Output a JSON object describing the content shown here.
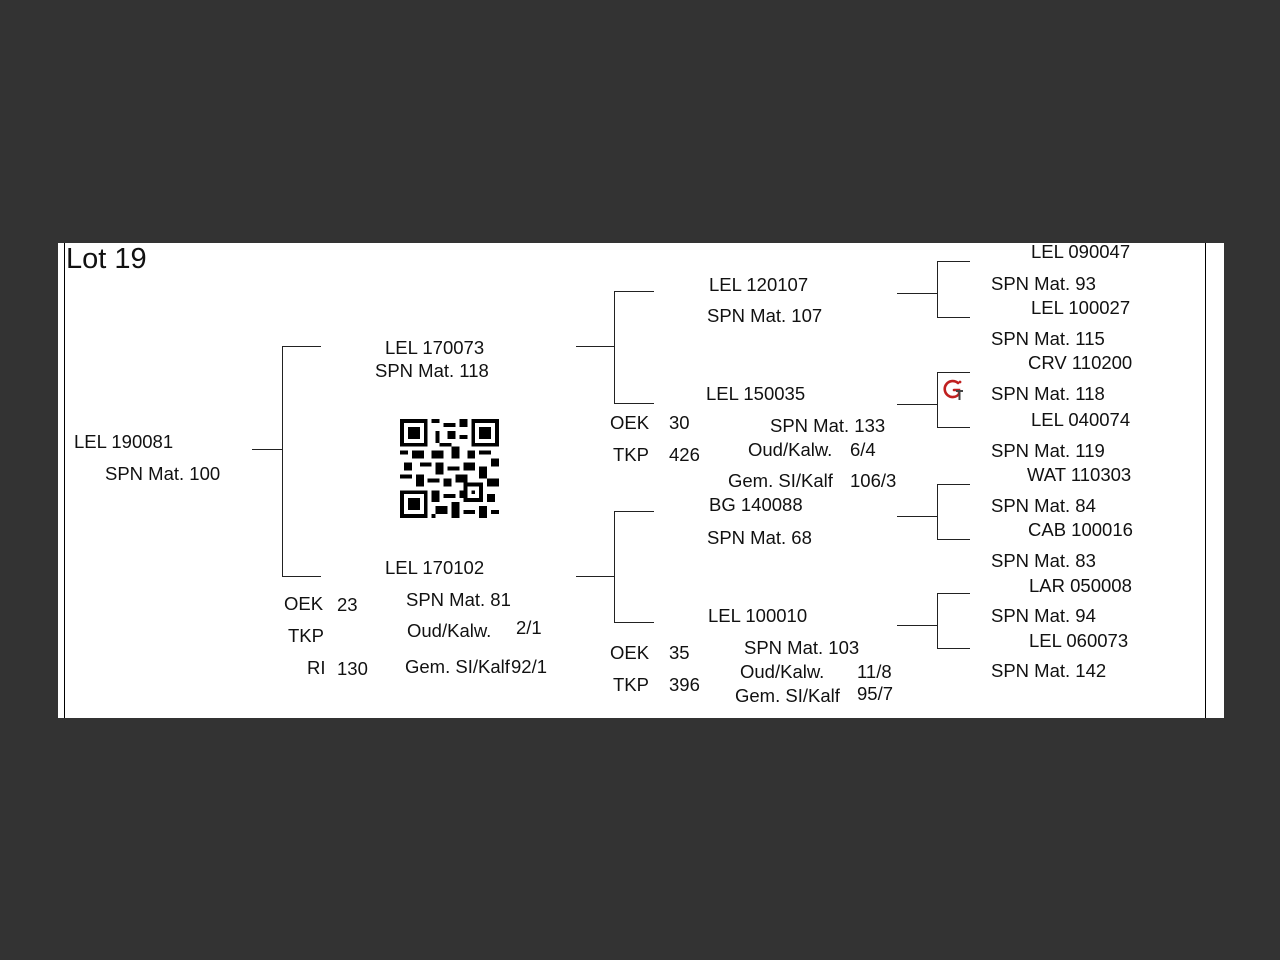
{
  "lot": "Lot 19",
  "animal": {
    "id": "LEL 190081",
    "spn": "SPN Mat. 100"
  },
  "sire": {
    "id": "LEL 170073",
    "spn": "SPN Mat. 118",
    "sire": {
      "id": "LEL 120107",
      "spn": "SPN Mat. 107",
      "sire": {
        "id": "LEL 090047",
        "spn": "SPN Mat. 93"
      },
      "dam": {
        "id": "LEL 100027",
        "spn": "SPN Mat. 115"
      }
    },
    "dam": {
      "id": "LEL 150035",
      "spn": "SPN Mat. 133",
      "oek_label": "OEK",
      "oek": "30",
      "tkp_label": "TKP",
      "tkp": "426",
      "oud_label": "Oud/Kalw.",
      "oud": "6/4",
      "gem_label": "Gem. SI/Kalf",
      "gem": "106/3",
      "sire": {
        "id": "CRV 110200",
        "spn": "SPN Mat. 118"
      },
      "dam": {
        "id": "LEL 040074",
        "spn": "SPN Mat. 119"
      }
    }
  },
  "dam": {
    "id": "LEL 170102",
    "spn": "SPN Mat. 81",
    "oek_label": "OEK",
    "oek": "23",
    "tkp_label": "TKP",
    "tkp": "",
    "ri_label": "RI",
    "ri": "130",
    "oud_label": "Oud/Kalw.",
    "oud": "2/1",
    "gem_label": "Gem. SI/Kalf",
    "gem": "92/1",
    "sire": {
      "id": "BG 140088",
      "spn": "SPN Mat. 68",
      "sire": {
        "id": "WAT 110303",
        "spn": "SPN Mat. 84"
      },
      "dam": {
        "id": "CAB 100016",
        "spn": "SPN Mat. 83"
      }
    },
    "dam": {
      "id": "LEL 100010",
      "spn": "SPN Mat. 103",
      "oek_label": "OEK",
      "oek": "35",
      "tkp_label": "TKP",
      "tkp": "396",
      "oud_label": "Oud/Kalw.",
      "oud": "11/8",
      "gem_label": "Gem. SI/Kalf",
      "gem": "95/7",
      "sire": {
        "id": "LAR 050008",
        "spn": "SPN Mat. 94"
      },
      "dam": {
        "id": "LEL 060073",
        "spn": "SPN Mat. 142"
      }
    }
  },
  "icons": {
    "qr": "qr-code-icon",
    "logo": "gt-logo-icon"
  }
}
